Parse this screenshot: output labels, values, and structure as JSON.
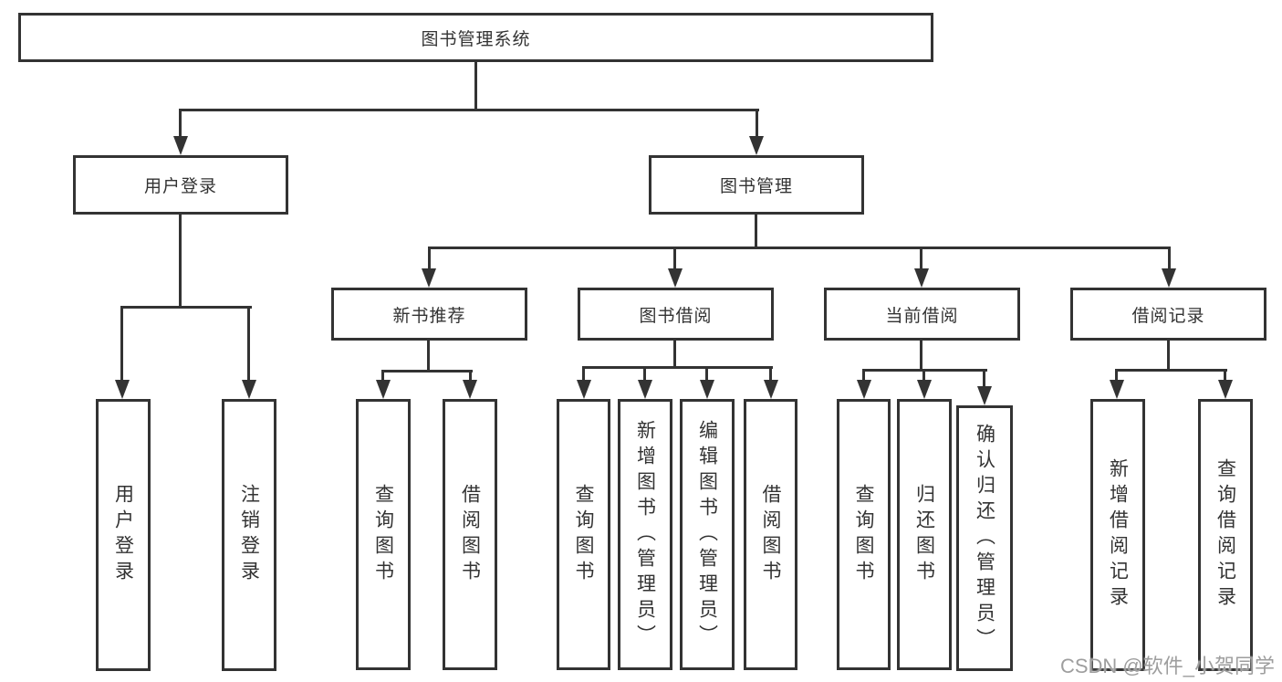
{
  "diagram": {
    "title": "图书管理系统",
    "nodes": [
      {
        "id": "root",
        "label": "图书管理系统",
        "orientation": "horizontal",
        "parent": null
      },
      {
        "id": "user-login",
        "label": "用户登录",
        "orientation": "horizontal",
        "parent": "root"
      },
      {
        "id": "book-mgmt",
        "label": "图书管理",
        "orientation": "horizontal",
        "parent": "root"
      },
      {
        "id": "new-book-rec",
        "label": "新书推荐",
        "orientation": "horizontal",
        "parent": "book-mgmt"
      },
      {
        "id": "book-borrow",
        "label": "图书借阅",
        "orientation": "horizontal",
        "parent": "book-mgmt"
      },
      {
        "id": "current-borrow",
        "label": "当前借阅",
        "orientation": "horizontal",
        "parent": "book-mgmt"
      },
      {
        "id": "borrow-records",
        "label": "借阅记录",
        "orientation": "horizontal",
        "parent": "book-mgmt"
      },
      {
        "id": "login",
        "label": "用户登录",
        "orientation": "vertical",
        "parent": "user-login"
      },
      {
        "id": "logout",
        "label": "注销登录",
        "orientation": "vertical",
        "parent": "user-login"
      },
      {
        "id": "nb-query",
        "label": "查询图书",
        "orientation": "vertical",
        "parent": "new-book-rec"
      },
      {
        "id": "nb-borrow",
        "label": "借阅图书",
        "orientation": "vertical",
        "parent": "new-book-rec"
      },
      {
        "id": "bb-query",
        "label": "查询图书",
        "orientation": "vertical",
        "parent": "book-borrow"
      },
      {
        "id": "bb-add",
        "label": "新增图书（管理员）",
        "orientation": "vertical",
        "parent": "book-borrow"
      },
      {
        "id": "bb-edit",
        "label": "编辑图书（管理员）",
        "orientation": "vertical",
        "parent": "book-borrow"
      },
      {
        "id": "bb-borrow",
        "label": "借阅图书",
        "orientation": "vertical",
        "parent": "book-borrow"
      },
      {
        "id": "cb-query",
        "label": "查询图书",
        "orientation": "vertical",
        "parent": "current-borrow"
      },
      {
        "id": "cb-return",
        "label": "归还图书",
        "orientation": "vertical",
        "parent": "current-borrow"
      },
      {
        "id": "cb-confirm",
        "label": "确认归还（管理员）",
        "orientation": "vertical",
        "parent": "current-borrow"
      },
      {
        "id": "br-add",
        "label": "新增借阅记录",
        "orientation": "vertical",
        "parent": "borrow-records"
      },
      {
        "id": "br-query",
        "label": "查询借阅记录",
        "orientation": "vertical",
        "parent": "borrow-records"
      }
    ]
  },
  "watermark": "CSDN @软件_小贺同学",
  "colors": {
    "line": "#333333",
    "text": "#333333",
    "box_bg": "#ffffff",
    "watermark": "#9e9e9e"
  }
}
